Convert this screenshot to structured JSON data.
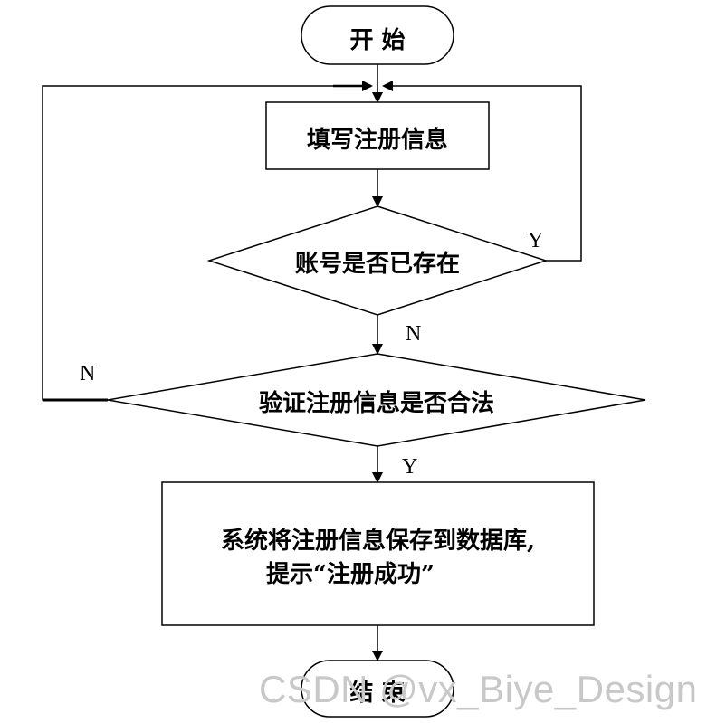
{
  "nodes": {
    "start": "开 始",
    "fill": "填写注册信息",
    "exists": "账号是否已存在",
    "validate": "验证注册信息是否合法",
    "save_line1": "系统将注册信息保存到数据库,",
    "save_line2": "提示“注册成功”",
    "end": "结 束"
  },
  "edges": {
    "exists_yes": "Y",
    "exists_no": "N",
    "validate_no": "N",
    "validate_yes": "Y"
  },
  "watermark": "CSDN @vx_Biye_Design"
}
